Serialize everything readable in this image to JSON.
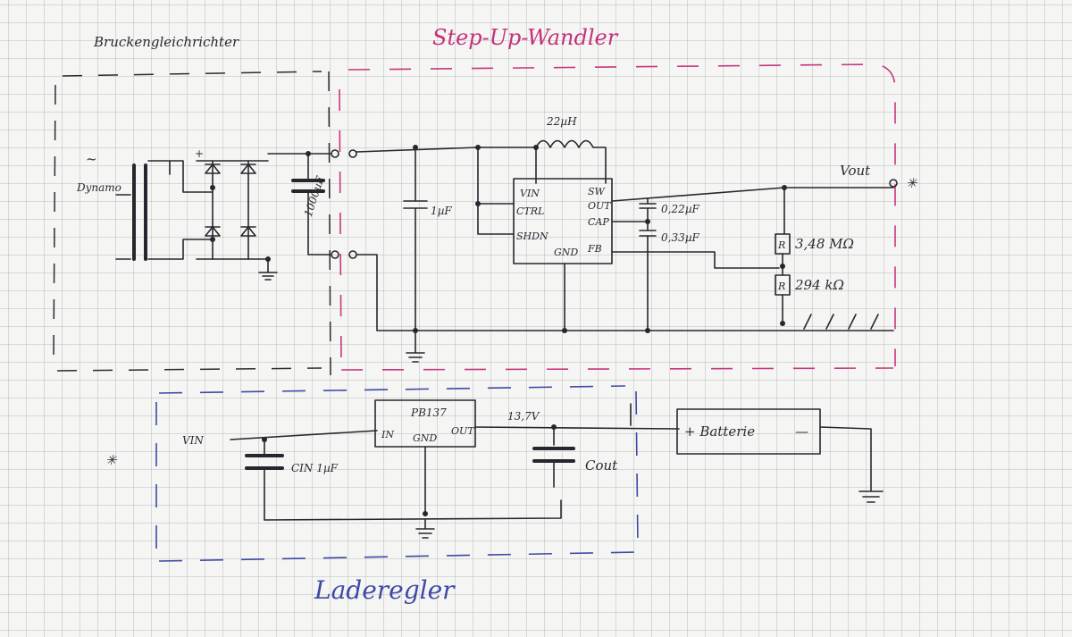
{
  "titles": {
    "rectifier": "Bruckengleichrichter",
    "boost": "Step-Up-Wandler",
    "charger": "Laderegler"
  },
  "labels": {
    "dynamo": "Dynamo",
    "tilde": "~",
    "plus": "+",
    "cap_1000": "1000µF",
    "cap_1u": "1µF",
    "inductor": "22µH",
    "vin_pin": "VIN",
    "ctrl_pin": "CTRL",
    "shdn_pin": "SHDN",
    "gnd_pin": "GND",
    "sw_pin": "SW",
    "out_pin": "OUT",
    "cap_pin": "CAP",
    "fb_pin": "FB",
    "cap_022": "0,22µF",
    "cap_033": "0,33µF",
    "vout": "Vout",
    "res1": "3,48 MΩ",
    "res2": "294 kΩ",
    "res_symbol": "R",
    "star": "✳",
    "charger_vin": "VIN",
    "cin": "CIN 1µF",
    "ic": "PB137",
    "ic_in": "IN",
    "ic_gnd": "GND",
    "ic_out": "OUT",
    "voltage": "13,7V",
    "cout": "Cout",
    "battery": "+ Batterie",
    "battery_minus": "—"
  },
  "colors": {
    "ink": "#26262e",
    "pink": "#c4317a",
    "blue": "#3d4aa5",
    "paper": "#f5f5f3"
  }
}
